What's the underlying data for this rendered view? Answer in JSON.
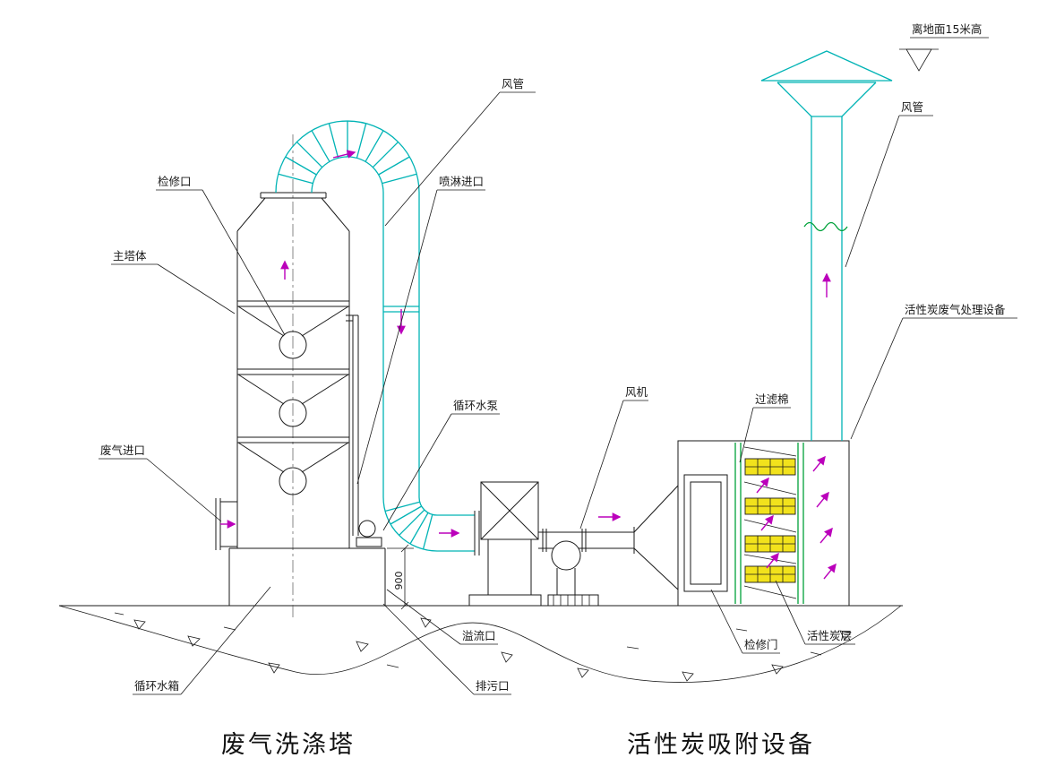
{
  "diagram": {
    "title_left": "废气洗涤塔",
    "title_right": "活性炭吸附设备",
    "labels": {
      "duct_left": "风管",
      "inspection_port": "检修口",
      "tower_body": "主塔体",
      "spray_inlet": "喷淋进口",
      "gas_inlet": "废气进口",
      "circ_pump": "循环水泵",
      "fan": "风机",
      "filter_cotton": "过滤棉",
      "height_note": "离地面15米高",
      "duct_right": "风管",
      "carbon_equipment": "活性炭废气处理设备",
      "overflow": "溢流口",
      "drain": "排污口",
      "water_tank": "循环水箱",
      "access_door": "检修门",
      "carbon_layer": "活性炭层",
      "dim_height": "900"
    },
    "colors": {
      "line": "#1a1a1a",
      "duct": "#00b3b5",
      "arrow": "#bb00bb",
      "green": "#00a13a",
      "carbon": "#f2e21c"
    }
  }
}
